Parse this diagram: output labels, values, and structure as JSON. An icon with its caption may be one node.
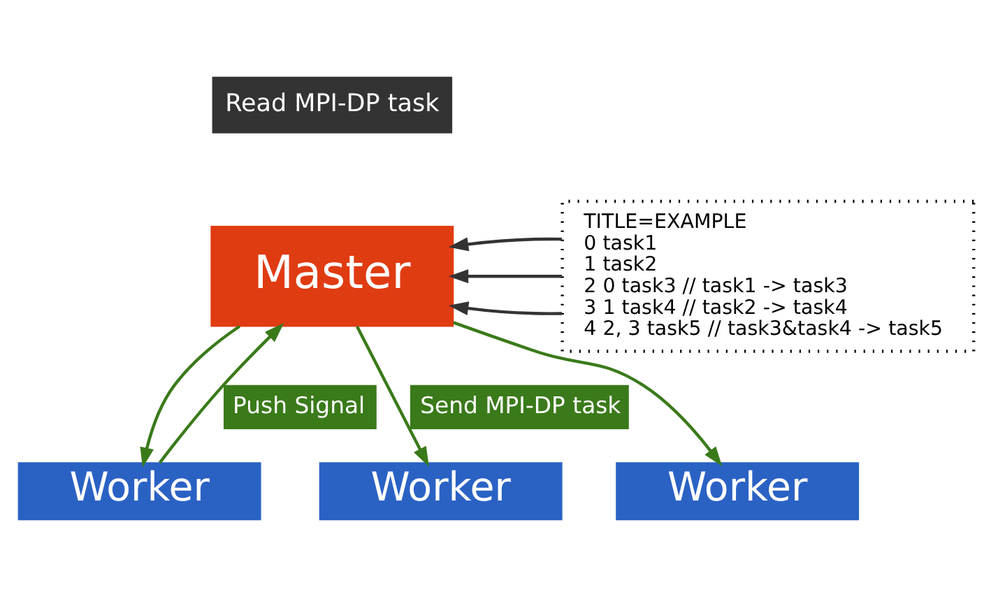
{
  "diagram": {
    "nodes": [
      {
        "text": [
          "Read MPI-DP task"
        ]
      },
      {
        "text": [
          "Master"
        ]
      },
      {
        "text": [
          "TITLE=EXAMPLE",
          "0 task1",
          "1 task2",
          "2 0 task3 // task1 -> task3",
          "3 1 task4 // task2 -> task4",
          "4 2, 3 task5 // task3&task4 -> task5"
        ]
      },
      {
        "text": [
          "Worker"
        ]
      },
      {
        "text": [
          "Worker"
        ]
      },
      {
        "text": [
          "Worker"
        ]
      }
    ],
    "edges": [
      {
        "from": 2,
        "to": 1,
        "arrow": "to",
        "color": "#333333"
      },
      {
        "from": 2,
        "to": 1,
        "arrow": "to",
        "color": "#333333"
      },
      {
        "from": 2,
        "to": 1,
        "arrow": "to",
        "color": "#333333"
      },
      {
        "from": 3,
        "to": 1,
        "arrow": "to",
        "label": "Push Signal"
      },
      {
        "from": 1,
        "to": 3,
        "arrow": "to"
      },
      {
        "from": 1,
        "to": 4,
        "arrow": "to",
        "label": "Send MPI-DP task"
      },
      {
        "from": 1,
        "to": 5,
        "arrow": "to"
      }
    ]
  }
}
